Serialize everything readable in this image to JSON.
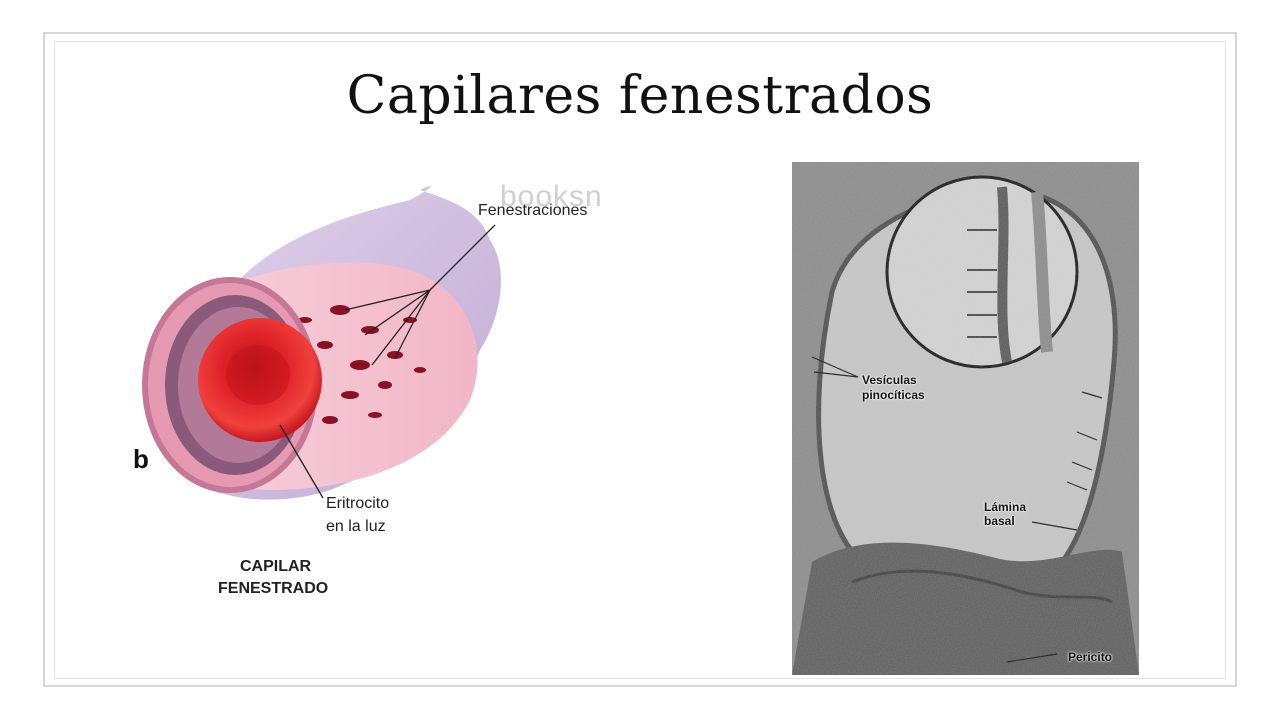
{
  "slide": {
    "title": "Capilares fenestrados"
  },
  "illustration": {
    "panel_letter": "b",
    "watermark": "booksn",
    "label_fenestraciones": "Fenestraciones",
    "label_eritrocito_line1": "Eritrocito",
    "label_eritrocito_line2": "en la luz",
    "caption_line1": "CAPILAR",
    "caption_line2": "FENESTRADO"
  },
  "micrograph": {
    "label_vesiculas_line1": "Vesículas",
    "label_vesiculas_line2": "pinocíticas",
    "label_lamina_line1": "Lámina",
    "label_lamina_line2": "basal",
    "label_pericito": "Pericito"
  },
  "colors": {
    "erythrocyte": "#e0242a",
    "endothelium": "#f2b8c8",
    "pericyte": "#c9b3da",
    "frame": "#d7d7d7"
  }
}
